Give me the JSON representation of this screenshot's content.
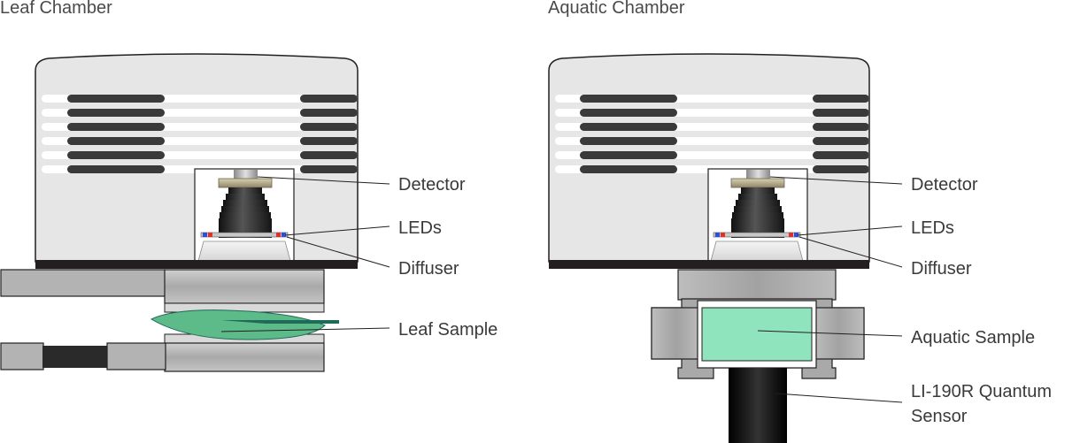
{
  "panels": {
    "leaf": {
      "title": "Leaf Chamber",
      "labels": {
        "detector": "Detector",
        "leds": "LEDs",
        "diffuser": "Diffuser",
        "sample": "Leaf Sample"
      }
    },
    "aquatic": {
      "title": "Aquatic Chamber",
      "labels": {
        "detector": "Detector",
        "leds": "LEDs",
        "diffuser": "Diffuser",
        "sample": "Aquatic Sample",
        "sensor_line1": "LI-190R Quantum",
        "sensor_line2": "Sensor"
      }
    }
  },
  "colors": {
    "housing": "#e6e6e6",
    "outline": "#231f20",
    "vent_slot": "#3a3a3a",
    "base_bar": "#231f20",
    "chamber_gray": "#a6a6a6",
    "leaf_green": "#5dbb8a",
    "leaf_dark": "#1f6b5a",
    "water_green": "#8fe3bd",
    "detector_ring": "#b8ae8a",
    "sensor_body": "#1a1a1a",
    "led_red": "#e0302a",
    "led_blue": "#2a4fd8"
  }
}
